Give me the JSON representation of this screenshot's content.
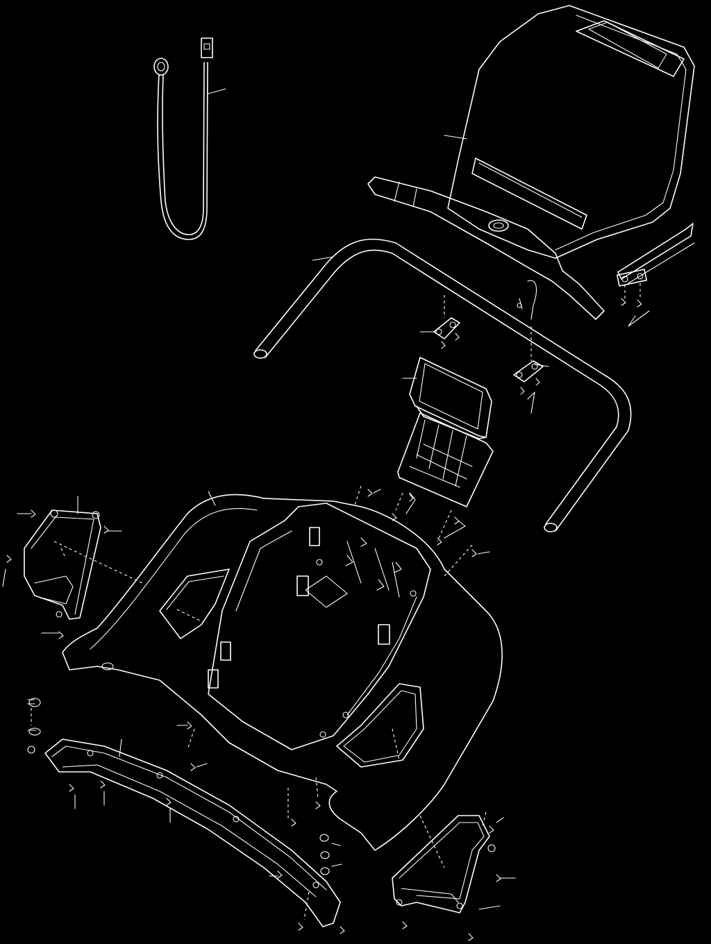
{
  "diagram": {
    "style": "exploded-parts-view",
    "background_color": "#000000",
    "line_color": "#ffffff",
    "parts": [
      {
        "name": "console-display-housing"
      },
      {
        "name": "handlebar-frame"
      },
      {
        "name": "safety-key-and-clip"
      },
      {
        "name": "crossbar-rod"
      },
      {
        "name": "center-display-module"
      },
      {
        "name": "main-console-base"
      },
      {
        "name": "left-cup-holder"
      },
      {
        "name": "right-cup-holder"
      },
      {
        "name": "lower-trim-rail"
      },
      {
        "name": "screws-and-clips"
      }
    ]
  }
}
